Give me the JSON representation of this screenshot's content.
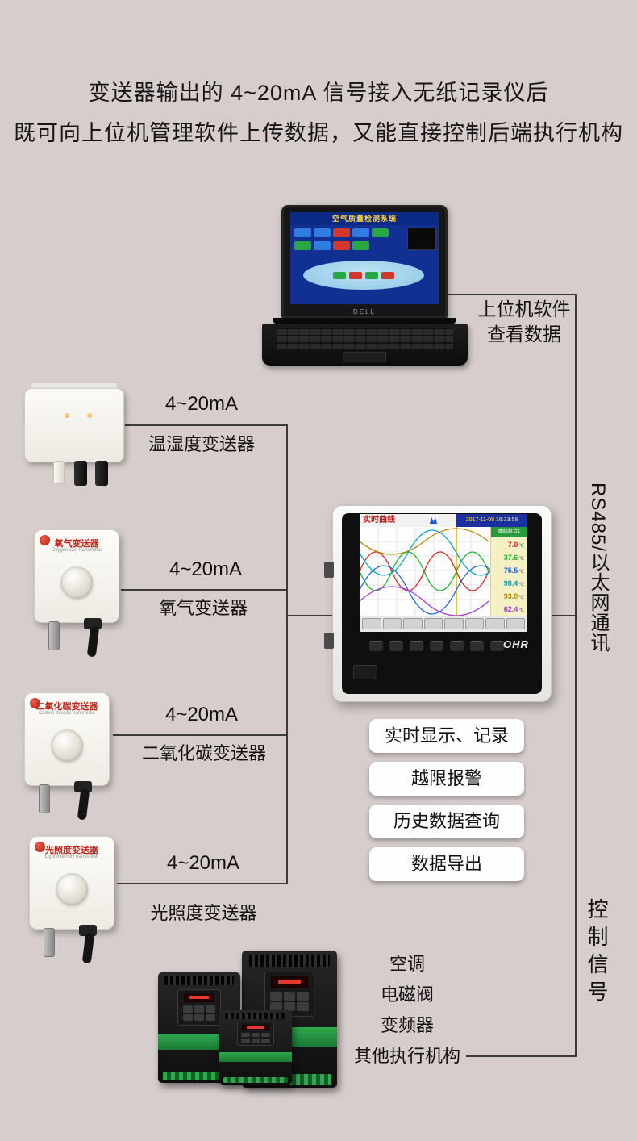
{
  "page": {
    "background": "#d6cdcc"
  },
  "header": {
    "line1": "变送器输出的 4~20mA 信号接入无纸记录仪后",
    "line2": "既可向上位机管理软件上传数据，又能直接控制后端执行机构"
  },
  "laptop": {
    "brand": "DELL",
    "screen_title": "空气质量检测系统",
    "label_line1": "上位机软件",
    "label_line2": "查看数据"
  },
  "transmitters": [
    {
      "signal": "4~20mA",
      "label": "温湿度变送器"
    },
    {
      "signal": "4~20mA",
      "label": "氧气变送器",
      "device_title": "氧气变送器",
      "device_subtitle": "Oxygen(O2) transmitter"
    },
    {
      "signal": "4~20mA",
      "label": "二氧化碳变送器",
      "device_title": "二氧化碳变送器",
      "device_subtitle": "Carbon dioxide transmitter"
    },
    {
      "signal": "4~20mA",
      "label": "光照度变送器",
      "device_title": "光照度变送器",
      "device_subtitle": "Light intensity transmitter"
    }
  ],
  "recorder": {
    "brand": "OHR",
    "screen": {
      "tab": "实时曲线",
      "datetime": "2017-11-08 16:33:58",
      "group_label": "曲线组合1",
      "channels": [
        {
          "value": "7.0",
          "unit": "℃",
          "color": "#e0231e"
        },
        {
          "value": "37.6",
          "unit": "℃",
          "color": "#1db32a"
        },
        {
          "value": "75.5",
          "unit": "℃",
          "color": "#1a66e0"
        },
        {
          "value": "98.4",
          "unit": "℃",
          "color": "#00a7c0"
        },
        {
          "value": "93.0",
          "unit": "℃",
          "color": "#b78a00"
        },
        {
          "value": "62.4",
          "unit": "℃",
          "color": "#a43fd0"
        }
      ]
    },
    "features": [
      "实时显示、记录",
      "越限报警",
      "历史数据查询",
      "数据导出"
    ]
  },
  "connections": {
    "comm_label": "RS485/以太网通讯",
    "control_label": "控制信号"
  },
  "actuators": [
    "空调",
    "电磁阀",
    "变频器",
    "其他执行机构"
  ]
}
